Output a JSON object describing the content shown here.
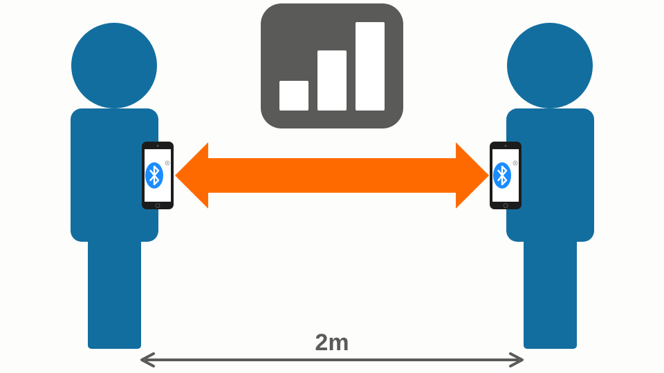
{
  "distance": {
    "label": "2m"
  },
  "icons": {
    "signal": "signal-strength-icon",
    "bluetooth": "bluetooth-icon",
    "registered": "registered-mark"
  },
  "colors": {
    "background": "#fdfdfb",
    "person": "#136ea0",
    "arrow": "#ff6a00",
    "signal_tile": "#5a5b59",
    "signal_bars": "#ffffff",
    "measure_line": "#5a5b59",
    "bluetooth": "#1a8cff"
  },
  "signal": {
    "bars": 3
  }
}
